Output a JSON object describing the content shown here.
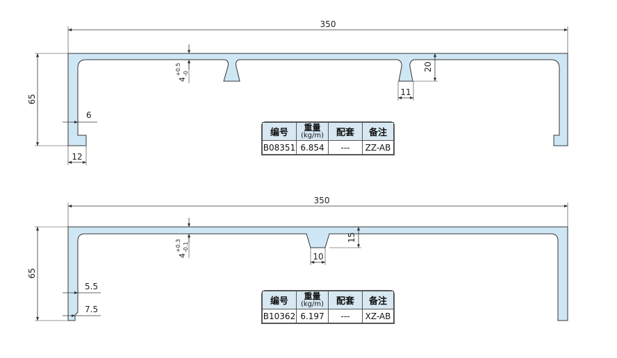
{
  "drawings": [
    {
      "dimensions": {
        "width": "350",
        "height": "65",
        "tolerance_main": "4",
        "tolerance_upper": "+0.5",
        "tolerance_lower": "-0",
        "foot_gap": "6",
        "foot_width": "12",
        "slot_depth": "20",
        "slot_width": "11"
      },
      "spec": {
        "headers": [
          "编号",
          "重量",
          "(kg/m)",
          "配套",
          "备注"
        ],
        "row": [
          "B08351",
          "6.854",
          "---",
          "ZZ-AB"
        ]
      }
    },
    {
      "dimensions": {
        "width": "350",
        "height": "65",
        "tolerance_main": "4",
        "tolerance_upper": "+0.3",
        "tolerance_lower": "-0.1",
        "foot_gap": "5.5",
        "foot_width": "7.5",
        "slot_depth": "15",
        "slot_width": "10"
      },
      "spec": {
        "headers": [
          "编号",
          "重量",
          "(kg/m)",
          "配套",
          "备注"
        ],
        "row": [
          "B10362",
          "6.197",
          "---",
          "XZ-AB"
        ]
      }
    }
  ],
  "colors": {
    "profile_fill": "#cfe7f5",
    "header_fill": "#d7e8f3",
    "line": "#333333"
  }
}
